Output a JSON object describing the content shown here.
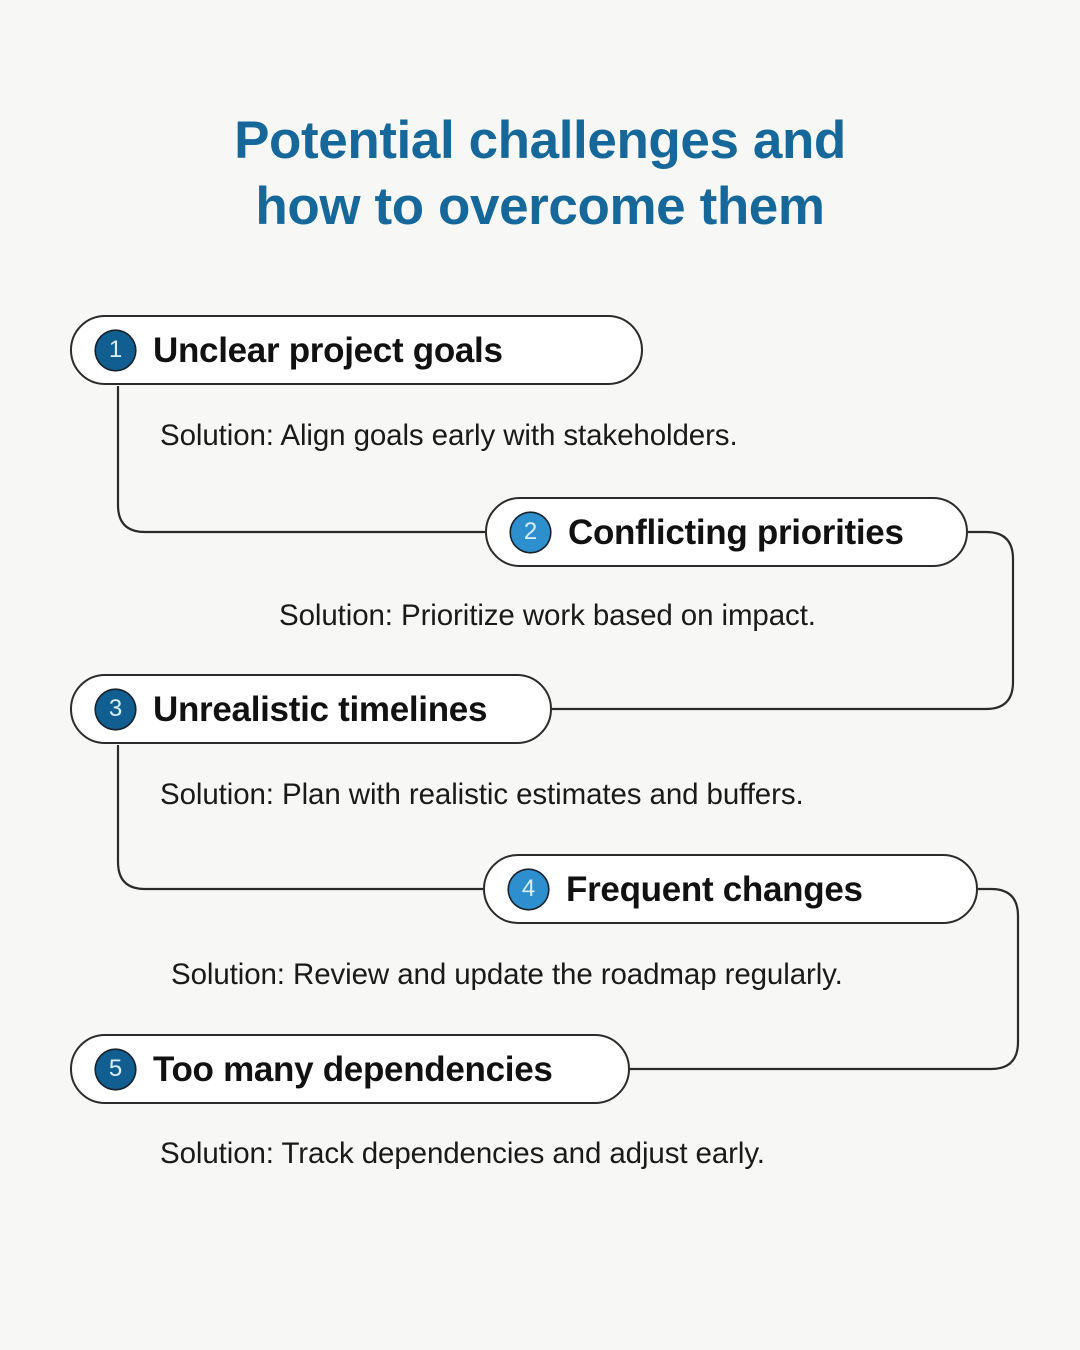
{
  "page": {
    "background_color": "#f7f7f6",
    "title": "Potential challenges and\nhow to overcome them",
    "title_color": "#16689b"
  },
  "colors": {
    "badge_dark_blue": "#115f91",
    "badge_light_blue": "#2e8fce",
    "badge_number": "#d9eefb",
    "pill_fill": "#ffffff",
    "pill_border": "#2b2b2b",
    "connector": "#2b2b2b",
    "body_text": "#1a1a1a"
  },
  "items": [
    {
      "number": "1",
      "challenge": "Unclear project goals",
      "solution": "Solution: Align goals early with stakeholders.",
      "badge_shade": "dark",
      "align": "left"
    },
    {
      "number": "2",
      "challenge": "Conflicting priorities",
      "solution": "Solution: Prioritize work based on impact.",
      "badge_shade": "light",
      "align": "right"
    },
    {
      "number": "3",
      "challenge": "Unrealistic timelines",
      "solution": "Solution: Plan with realistic estimates and buffers.",
      "badge_shade": "dark",
      "align": "left"
    },
    {
      "number": "4",
      "challenge": "Frequent changes",
      "solution": "Solution: Review and update the roadmap regularly.",
      "badge_shade": "light",
      "align": "right"
    },
    {
      "number": "5",
      "challenge": "Too many dependencies",
      "solution": "Solution: Track dependencies and adjust early.",
      "badge_shade": "dark",
      "align": "left"
    }
  ]
}
